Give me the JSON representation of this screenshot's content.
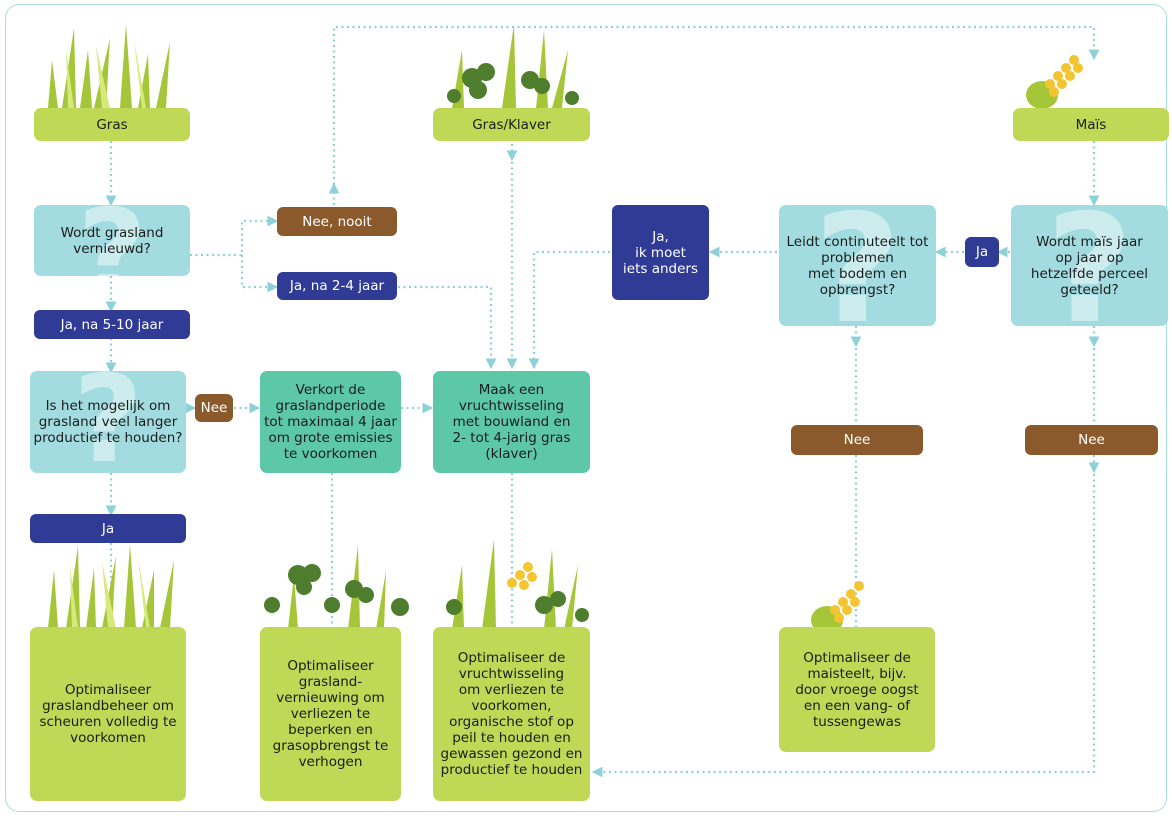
{
  "crops": {
    "gras": "Gras",
    "grasklaver": "Gras/Klaver",
    "mais": "Maïs"
  },
  "questions": {
    "vernieuwd": "Wordt grasland\nvernieuwd?",
    "mogelijk": "Is het mogelijk om\ngrasland veel langer\nproductief te houden?",
    "continuteelt": "Leidt continuteelt tot\nproblemen\nmet bodem en\nopbrengst?",
    "maisjaar": "Wordt maïs jaar\nop jaar op\nhetzelfde perceel\ngeteeld?"
  },
  "answers": {
    "nee_nooit": "Nee, nooit",
    "ja_2_4": "Ja, na 2-4 jaar",
    "ja_5_10": "Ja, na 5-10 jaar",
    "nee1": "Nee",
    "ja1": "Ja",
    "ja2": "Ja",
    "nee2": "Nee",
    "nee3": "Nee",
    "ja_anders": "Ja,\nik moet\niets anders"
  },
  "actions": {
    "verkort": "Verkort de\ngraslandperiode\ntot maximaal 4 jaar\nom grote emissies\nte voorkomen",
    "vruchtwisseling": "Maak een\nvruchtwisseling\nmet bouwland en\n2- tot 4-jarig gras\n(klaver)"
  },
  "outcomes": {
    "graslandbeheer": "Optimaliseer\ngraslandbeheer om\nscheuren volledig te\nvoorkomen",
    "graslandvernieuwing": "Optimaliseer\ngrasland-\nvernieuwing om\nverliezen te\nbeperken en\ngrasopbrengst te\nverhogen",
    "vruchtwisseling": "Optimaliseer de\nvruchtwisseling\nom verliezen te\nvoorkomen,\norganische stof op\npeil te houden en\ngewassen gezond en\nproductief te houden",
    "maisteelt": "Optimaliseer de\nmaisteelt, bijv.\ndoor vroege oogst\nen een vang- of\ntussengewas"
  },
  "colors": {
    "lime": "#bfd957",
    "light_teal": "#a2dce1",
    "teal": "#5cc8a8",
    "navy": "#2f3b94",
    "brown": "#8a5a2d",
    "connector": "#8ed2d8"
  },
  "icons": [
    "grass-icon",
    "clover-icon",
    "corn-icon"
  ]
}
